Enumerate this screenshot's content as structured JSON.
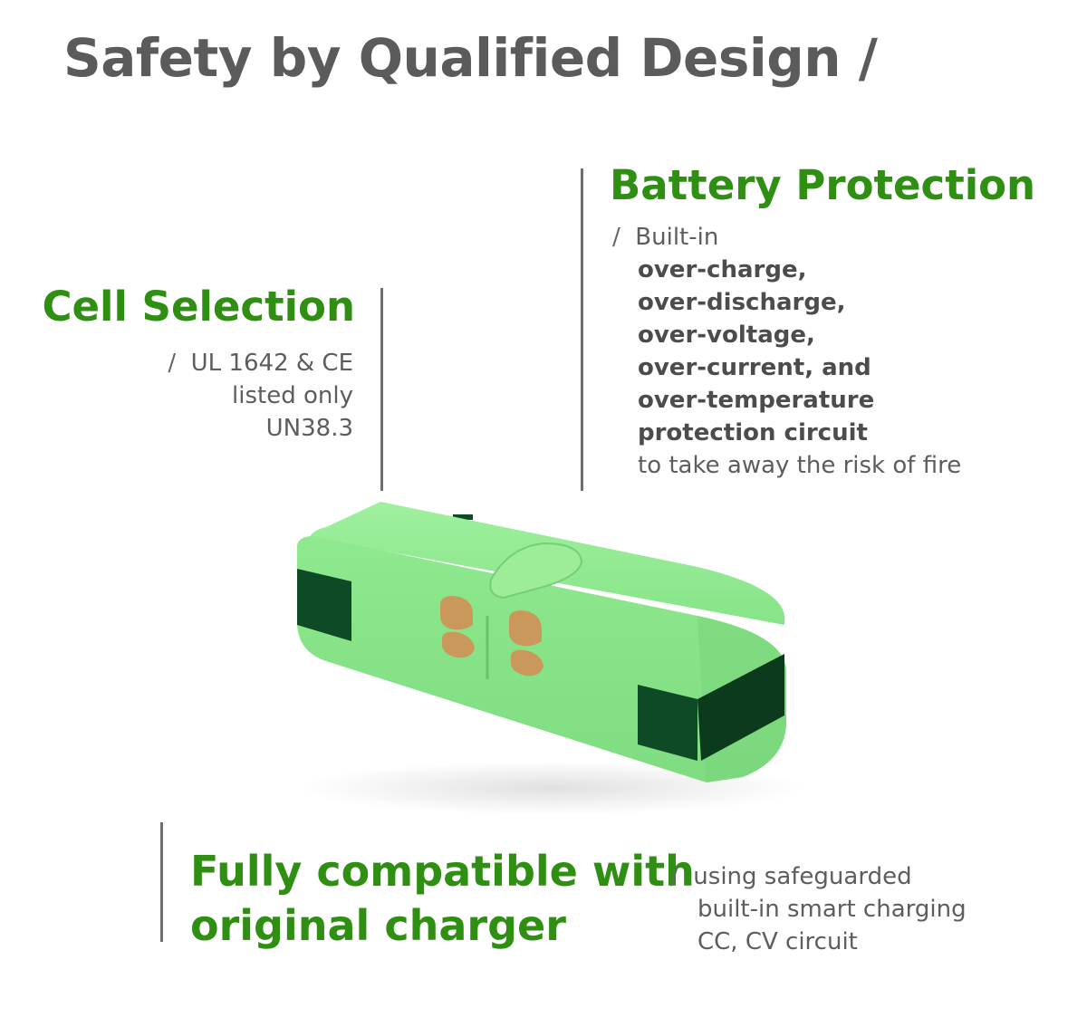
{
  "page": {
    "title": "Safety by Qualified Design /"
  },
  "cell_selection": {
    "heading": "Cell Selection",
    "slash": "/",
    "lines": [
      "UL 1642 & CE",
      "listed only",
      "UN38.3"
    ]
  },
  "battery_protection": {
    "heading": "Battery Protection",
    "slash": "/",
    "intro": "Built-in",
    "bold_lines": [
      "over-charge,",
      "over-discharge,",
      "over-voltage,",
      "over-current, and",
      "over-temperature",
      "protection circuit"
    ],
    "closing": "to take away the risk of fire"
  },
  "charger": {
    "heading_line1": "Fully compatible with",
    "heading_line2": "original charger",
    "slash": "/",
    "lines": [
      "using safeguarded",
      "built-in smart charging",
      "CC, CV circuit"
    ]
  },
  "colors": {
    "accent_green": "#2f8f12",
    "title_gray": "#5b5b5b",
    "battery_green": "#8ee68f",
    "band_dark_green": "#0f4a26",
    "contact_gold": "#c9985a"
  }
}
